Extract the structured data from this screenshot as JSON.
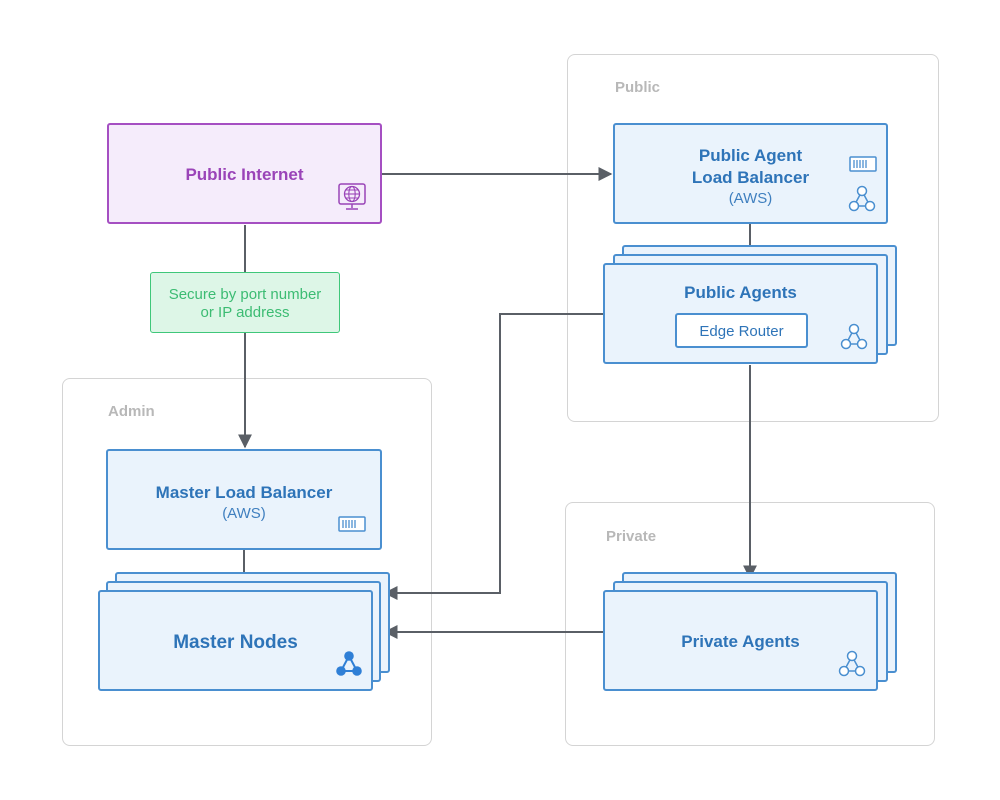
{
  "zones": {
    "public": "Public",
    "admin": "Admin",
    "private": "Private"
  },
  "nodes": {
    "public_internet": "Public Internet",
    "secure_note_line1": "Secure by port number",
    "secure_note_line2": "or IP address",
    "public_lb_line1": "Public Agent",
    "public_lb_line2": "Load Balancer",
    "public_lb_sub": "(AWS)",
    "public_agents": "Public Agents",
    "edge_router": "Edge Router",
    "master_lb": "Master Load Balancer",
    "master_lb_sub": "(AWS)",
    "master_nodes": "Master Nodes",
    "private_agents": "Private Agents"
  },
  "icons": {
    "globe": "globe-icon",
    "load_balancer": "load-balancer-icon",
    "cluster": "cluster-icon"
  },
  "colors": {
    "node_border": "#4a8fd0",
    "node_fill": "#eaf3fc",
    "internet_border": "#a54fc2",
    "internet_fill": "#f5ecfb",
    "note_border": "#3fc77a",
    "note_fill": "#ddf6e7",
    "arrow": "#5a5f66"
  }
}
